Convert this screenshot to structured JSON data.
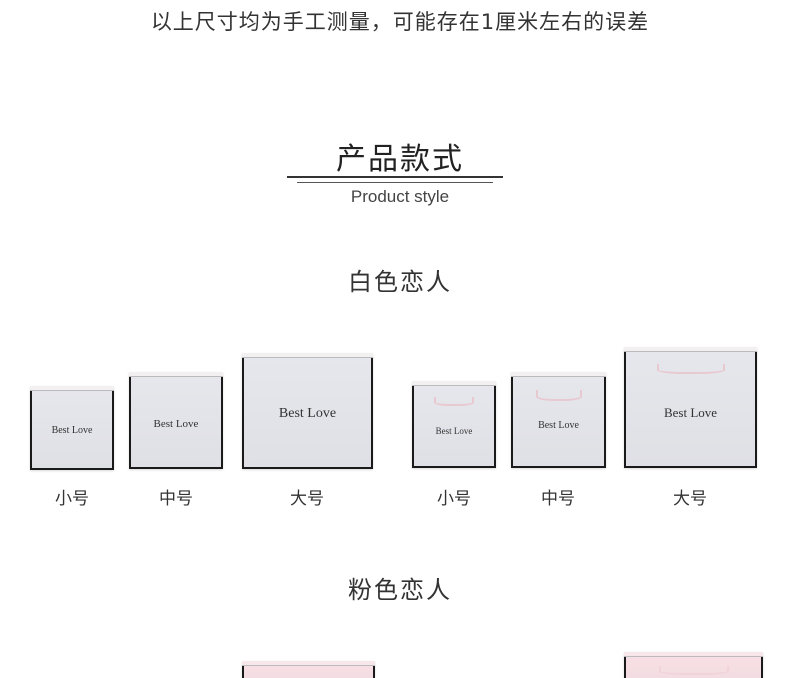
{
  "note": "以上尺寸均为手工测量，可能存在1厘米左右的误差",
  "section": {
    "title": "产品款式",
    "subtitle": "Product style"
  },
  "groups": [
    {
      "title": "白色恋人",
      "boxes": [
        {
          "brand": "Best Love",
          "label": "小号"
        },
        {
          "brand": "Best Love",
          "label": "中号"
        },
        {
          "brand": "Best Love",
          "label": "大号"
        }
      ],
      "bags": [
        {
          "brand": "Best Love",
          "label": "小号"
        },
        {
          "brand": "Best Love",
          "label": "中号"
        },
        {
          "brand": "Best Love",
          "label": "大号"
        }
      ]
    },
    {
      "title": "粉色恋人"
    }
  ],
  "colors": {
    "box_face": "#e3e4e9",
    "box_edge": "#1a1a1a",
    "pink_face": "#f6dee3",
    "handle": "#e8c9cf"
  }
}
